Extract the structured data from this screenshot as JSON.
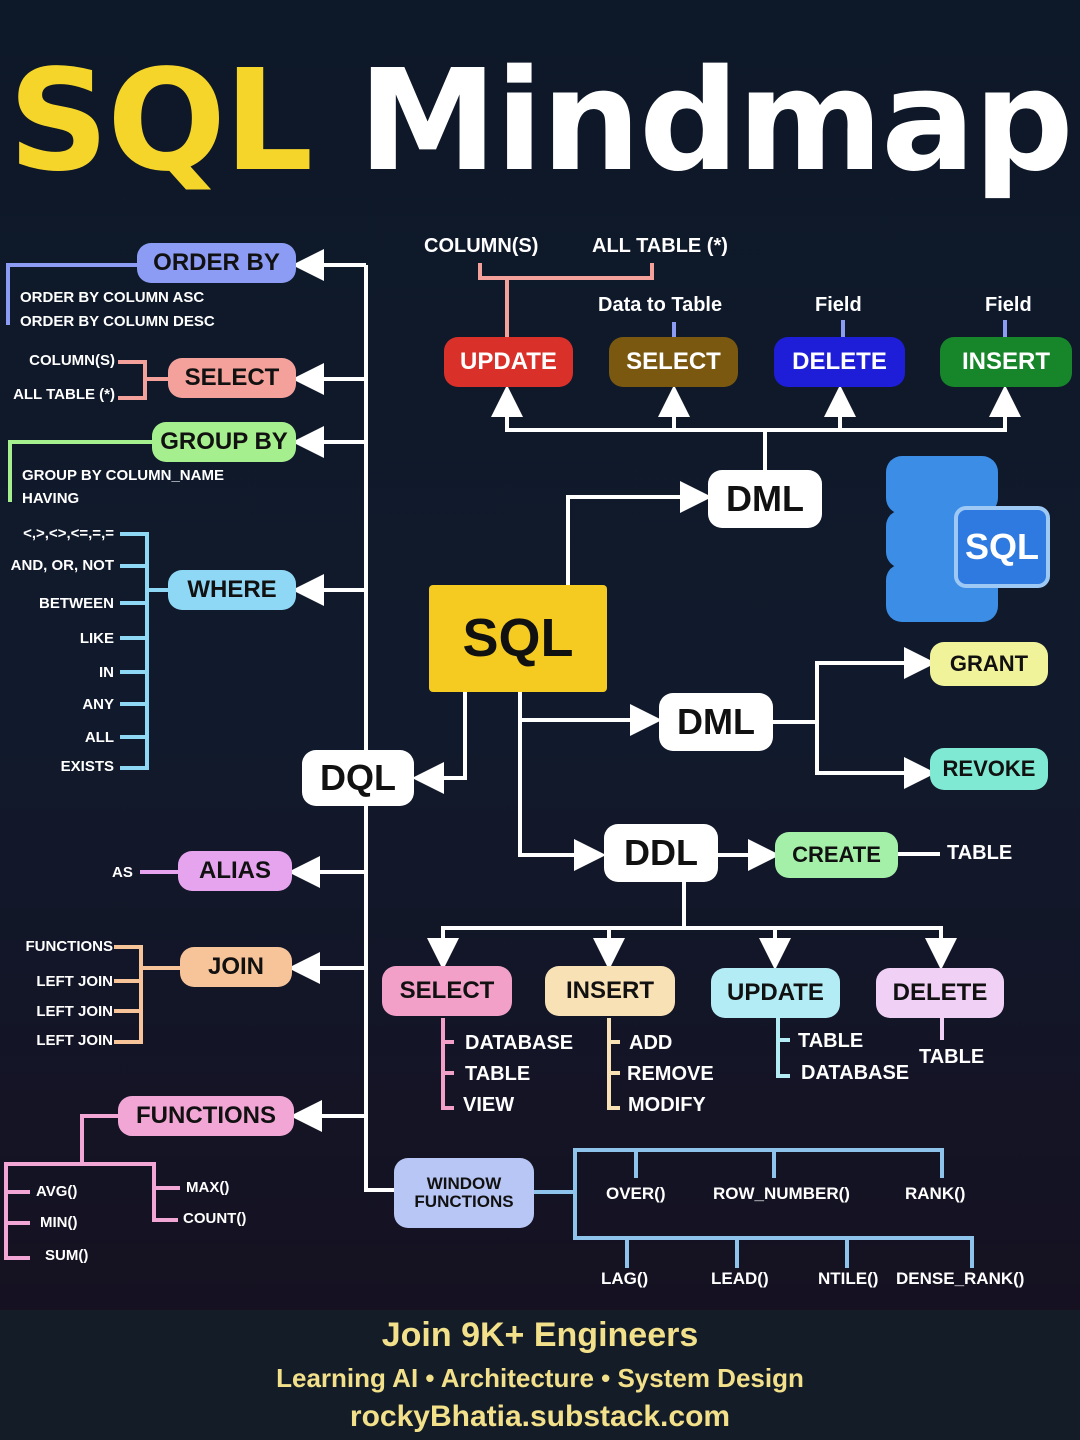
{
  "title": {
    "part1": "SQL",
    "part2": "Mindmap"
  },
  "center": "SQL",
  "dql": {
    "label": "DQL",
    "order_by": {
      "label": "ORDER BY",
      "items": [
        "ORDER BY COLUMN ASC",
        "ORDER BY COLUMN DESC"
      ]
    },
    "select": {
      "label": "SELECT",
      "items": [
        "COLUMN(S)",
        "ALL TABLE (*)"
      ]
    },
    "group_by": {
      "label": "GROUP BY",
      "items": [
        "GROUP BY COLUMN_NAME",
        "HAVING"
      ]
    },
    "where": {
      "label": "WHERE",
      "items": [
        "<,>,<>,<=,=,=",
        "AND, OR, NOT",
        "BETWEEN",
        "LIKE",
        "IN",
        "ANY",
        "ALL",
        "EXISTS"
      ]
    },
    "alias": {
      "label": "ALIAS",
      "items": [
        "AS"
      ]
    },
    "join": {
      "label": "JOIN",
      "items": [
        "FUNCTIONS",
        "LEFT JOIN",
        "LEFT JOIN",
        "LEFT JOIN"
      ]
    },
    "functions": {
      "label": "FUNCTIONS",
      "items": [
        "AVG()",
        "MIN()",
        "SUM()",
        "MAX()",
        "COUNT()"
      ]
    },
    "window": {
      "label_1": "WINDOW",
      "label_2": "FUNCTIONS",
      "items_top": [
        "OVER()",
        "ROW_NUMBER()",
        "RANK()"
      ],
      "items_bottom": [
        "LAG()",
        "LEAD()",
        "NTILE()",
        "DENSE_RANK()"
      ]
    }
  },
  "dml": {
    "label": "DML",
    "update": {
      "label": "UPDATE",
      "notes": [
        "COLUMN(S)",
        "ALL TABLE (*)"
      ]
    },
    "select": {
      "label": "SELECT",
      "note": "Data to Table"
    },
    "delete": {
      "label": "DELETE",
      "note": "Field"
    },
    "insert": {
      "label": "INSERT",
      "note": "Field"
    }
  },
  "dcl": {
    "label": "DML",
    "grant": "GRANT",
    "revoke": "REVOKE"
  },
  "ddl": {
    "label": "DDL",
    "create": "CREATE",
    "create_item": "TABLE",
    "select": {
      "label": "SELECT",
      "items": [
        "DATABASE",
        "TABLE",
        "VIEW"
      ]
    },
    "insert": {
      "label": "INSERT",
      "items": [
        "ADD",
        "REMOVE",
        "MODIFY"
      ]
    },
    "update": {
      "label": "UPDATE",
      "items": [
        "TABLE",
        "DATABASE"
      ]
    },
    "delete": {
      "label": "DELETE",
      "items": [
        "TABLE"
      ]
    }
  },
  "db_icon_text": "SQL",
  "footer": {
    "line1": "Join 9K+ Engineers",
    "line2": "Learning AI • Architecture • System Design",
    "line3": "rockyBhatia.substack.com"
  }
}
